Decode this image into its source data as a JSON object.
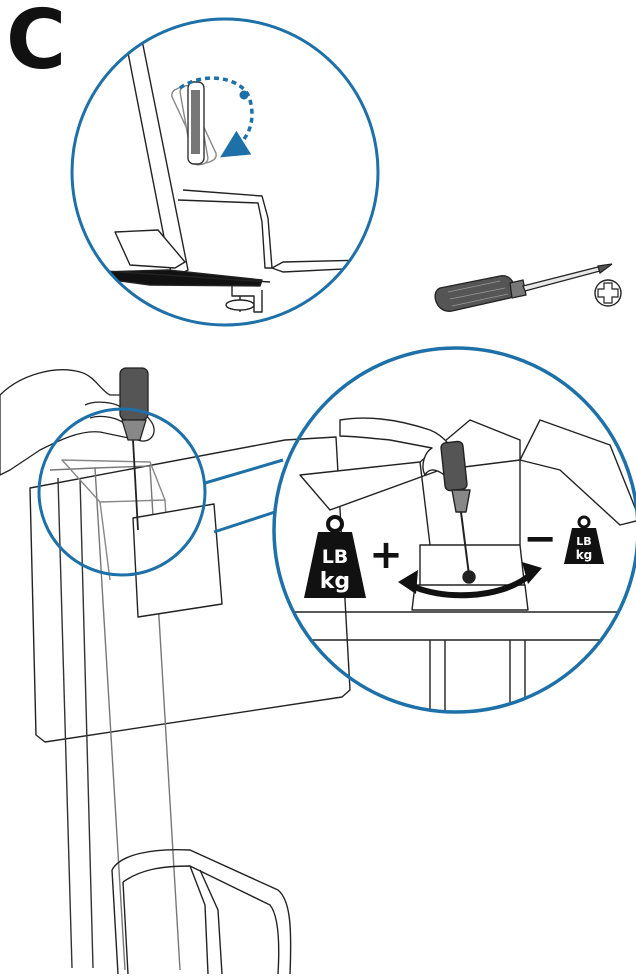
{
  "step": {
    "letter": "C"
  },
  "colors": {
    "circle": "#1d70a8",
    "arrow": "#1d70a8",
    "line": "#222222",
    "weight_fill": "#111111",
    "weight_text": "#ffffff"
  },
  "detail": {
    "weight_large": {
      "line1": "LB",
      "line2": "kg"
    },
    "weight_small": {
      "line1": "LB",
      "line2": "kg"
    },
    "increase_symbol": "+",
    "decrease_symbol": "−"
  },
  "icons": {
    "screwdriver": "phillips-screwdriver-icon",
    "phillips_head": "phillips-head-icon"
  }
}
